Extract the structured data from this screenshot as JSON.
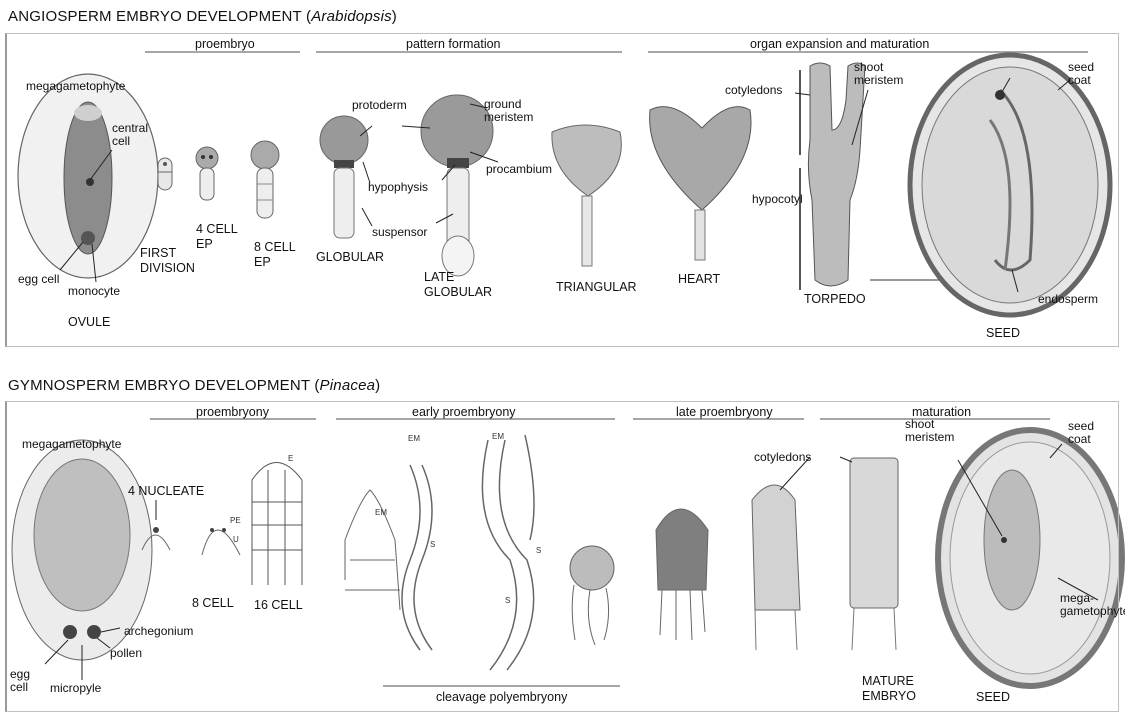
{
  "angio": {
    "title_main": "ANGIOSPERM EMBRYO DEVELOPMENT (",
    "title_species": "Arabidopsis",
    "title_close": ")",
    "stages": [
      "proembryo",
      "pattern formation",
      "organ expansion and maturation"
    ],
    "labels": {
      "megagametophyte": "megagametophyte",
      "central_cell_1": "central",
      "central_cell_2": "cell",
      "egg_cell": "egg cell",
      "monocyte": "monocyte",
      "ovule": "OVULE",
      "first_division_1": "FIRST",
      "first_division_2": "DIVISION",
      "four_cell_1": "4 CELL",
      "four_cell_2": "EP",
      "eight_cell_1": "8 CELL",
      "eight_cell_2": "EP",
      "protoderm": "protoderm",
      "ground_meristem_1": "ground",
      "ground_meristem_2": "meristem",
      "hypophysis": "hypophysis",
      "procambium": "procambium",
      "suspensor": "suspensor",
      "globular": "GLOBULAR",
      "late_globular_1": "LATE",
      "late_globular_2": "GLOBULAR",
      "triangular": "TRIANGULAR",
      "heart": "HEART",
      "cotyledons": "cotyledons",
      "hypocotyl": "hypocotyl",
      "torpedo": "TORPEDO",
      "shoot_meristem_1": "shoot",
      "shoot_meristem_2": "meristem",
      "seed_coat_1": "seed",
      "seed_coat_2": "coat",
      "endosperm": "endosperm",
      "seed": "SEED"
    }
  },
  "gymno": {
    "title_main": "GYMNOSPERM EMBRYO DEVELOPMENT (",
    "title_species": "Pinacea",
    "title_close": ")",
    "stages": [
      "proembryony",
      "early proembryony",
      "late proembryony",
      "maturation"
    ],
    "bottom_stage": "cleavage polyembryony",
    "labels": {
      "megagametophyte": "megagametophyte",
      "four_nucleate": "4 NUCLEATE",
      "eight_cell": "8 CELL",
      "sixteen_cell": "16 CELL",
      "egg_cell_1": "egg",
      "egg_cell_2": "cell",
      "archegonium": "archegonium",
      "pollen": "pollen",
      "micropyle": "micropyle",
      "cotyledons": "cotyledons",
      "shoot_meristem_1": "shoot",
      "shoot_meristem_2": "meristem",
      "seed_coat_1": "seed",
      "seed_coat_2": "coat",
      "mature_embryo_1": "MATURE",
      "mature_embryo_2": "EMBRYO",
      "seed": "SEED",
      "megagametophyte2_1": "mega-",
      "megagametophyte2_2": "gametophyte"
    },
    "micro_labels": {
      "pe": "PE",
      "u": "U",
      "e": "E",
      "em": "EM",
      "s": "S"
    }
  }
}
